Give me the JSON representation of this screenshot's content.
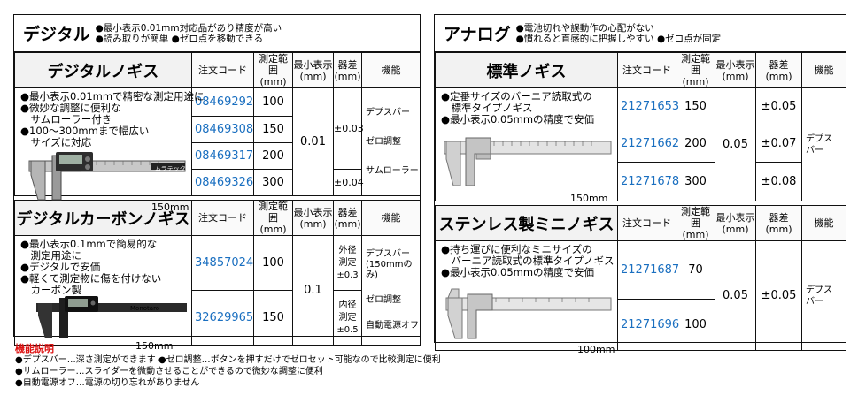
{
  "digital": {
    "title": "デジタル",
    "notes": [
      "●最小表示0.01mm対応品があり精度が高い",
      "●読み取りが簡単 ●ゼロ点を移動できる"
    ],
    "products": [
      {
        "name": "デジタルノギス",
        "headers": {
          "code": "注文コード",
          "range": "測定範囲\n(mm)",
          "min": "最小表示\n(mm)",
          "err": "器差\n(mm)",
          "func": "機能"
        },
        "desc": [
          "●最小表示0.01mmで精密な測定用途に",
          "●微妙な調整に便利な",
          "　サムローラー付き",
          "●100～300mmまで幅広い",
          "　サイズに対応"
        ],
        "image_label": "150mm",
        "brand": "ムラテック",
        "rows": [
          {
            "code": "08469292",
            "range": "100"
          },
          {
            "code": "08469308",
            "range": "150"
          },
          {
            "code": "08469317",
            "range": "200"
          },
          {
            "code": "08469326",
            "range": "300"
          }
        ],
        "min": "0.01",
        "err": [
          "±0.03",
          "±0.04"
        ],
        "funcs": [
          "デプスバー",
          "ゼロ調整",
          "サムローラー"
        ]
      },
      {
        "name": "デジタルカーボンノギス",
        "headers": {
          "code": "注文コード",
          "range": "測定範囲\n(mm)",
          "min": "最小表示\n(mm)",
          "err": "器差\n(mm)",
          "func": "機能"
        },
        "desc": [
          "●最小表示0.1mmで簡易的な",
          "　測定用途に",
          "●デジタルで安価",
          "●軽くて測定物に傷を付けない",
          "　カーボン製"
        ],
        "image_label": "150mm",
        "brand": "Monotaro",
        "rows": [
          {
            "code": "34857024",
            "range": "100"
          },
          {
            "code": "32629965",
            "range": "150"
          }
        ],
        "min": "0.1",
        "err": [
          "外径\n測定\n±0.3",
          "内径\n測定\n±0.5"
        ],
        "funcs": [
          "デプスバー\n(150mmのみ)",
          "ゼロ調整",
          "自動電源オフ"
        ]
      }
    ]
  },
  "analog": {
    "title": "アナログ",
    "notes": [
      "●電池切れや誤動作の心配がない",
      "●慣れると直感的に把握しやすい ●ゼロ点が固定"
    ],
    "products": [
      {
        "name": "標準ノギス",
        "headers": {
          "code": "注文コード",
          "range": "測定範囲\n(mm)",
          "min": "最小表示\n(mm)",
          "err": "器差\n(mm)",
          "func": "機能"
        },
        "desc": [
          "●定番サイズのバーニア読取式の",
          "　標準タイプノギス",
          "●最小表示0.05mmの精度で安価"
        ],
        "image_label": "150mm",
        "rows": [
          {
            "code": "21271653",
            "range": "150",
            "err": "±0.05"
          },
          {
            "code": "21271662",
            "range": "200",
            "err": "±0.07"
          },
          {
            "code": "21271678",
            "range": "300",
            "err": "±0.08"
          }
        ],
        "min": "0.05",
        "funcs": [
          "デプス\nバー"
        ]
      },
      {
        "name": "ステンレス製ミニノギス",
        "headers": {
          "code": "注文コード",
          "range": "測定範囲\n(mm)",
          "min": "最小表示\n(mm)",
          "err": "器差\n(mm)",
          "func": "機能"
        },
        "desc": [
          "●持ち運びに便利なミニサイズの",
          "　バーニア読取式の標準タイプノギス",
          "●最小表示0.05mmの精度で安価"
        ],
        "image_label": "100mm",
        "rows": [
          {
            "code": "21271687",
            "range": "70"
          },
          {
            "code": "21271696",
            "range": "100"
          }
        ],
        "min": "0.05",
        "err": "±0.05",
        "funcs": [
          "デプス\nバー"
        ]
      }
    ]
  },
  "footer": {
    "heading": "機能説明",
    "lines": [
      "●デプスバー…深さ測定ができます ●ゼロ調整…ボタンを押すだけでゼロセット可能なので比較測定に便利",
      "●サムローラー…スライダーを微動させることができるので微妙な調整に便利",
      "●自動電源オフ…電源の切り忘れがありません"
    ]
  }
}
